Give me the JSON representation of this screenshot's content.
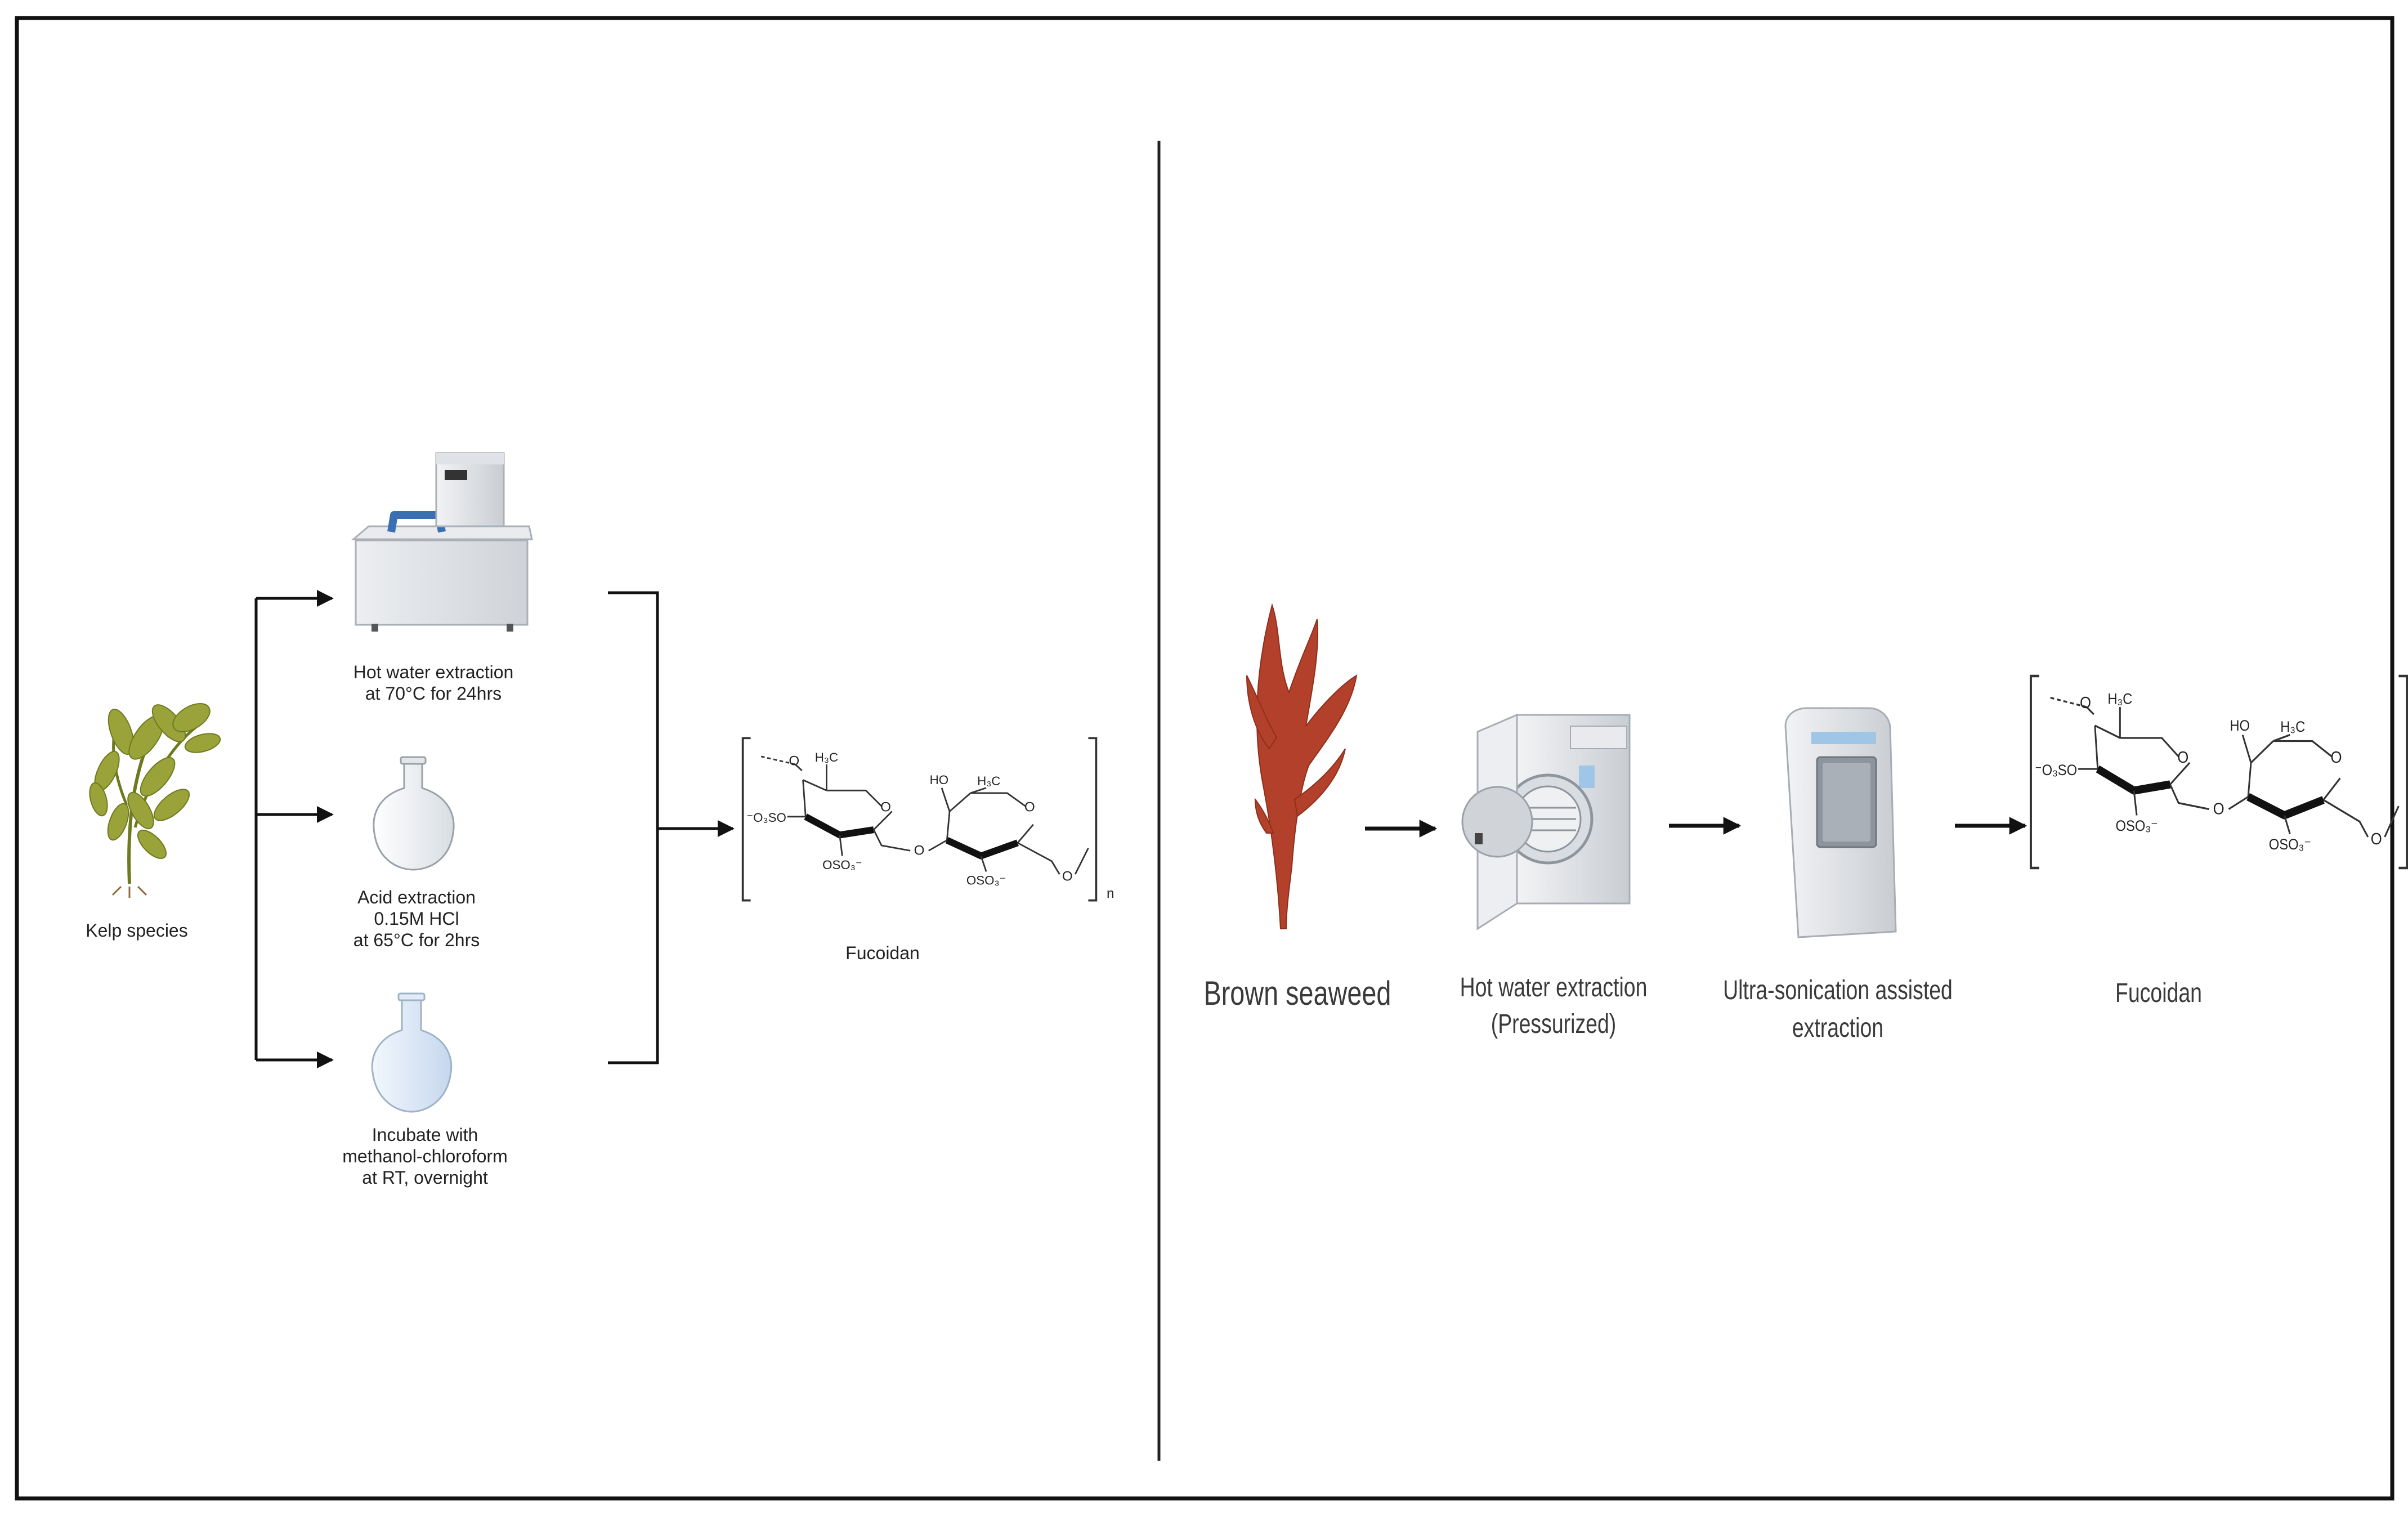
{
  "left_panel": {
    "source_label": "Kelp species",
    "methods": [
      {
        "lines": [
          "Hot water extraction",
          "at 70°C for 24hrs"
        ]
      },
      {
        "lines": [
          "Acid extraction",
          "0.15M HCl",
          "at 65°C for 2hrs"
        ]
      },
      {
        "lines": [
          "Incubate with",
          "methanol-chloroform",
          "at RT, overnight"
        ]
      }
    ],
    "product_label": "Fucoidan"
  },
  "right_panel": {
    "steps": [
      {
        "lines": [
          "Brown seaweed"
        ]
      },
      {
        "lines": [
          "Hot water extraction",
          "(Pressurized)"
        ]
      },
      {
        "lines": [
          "Ultra-sonication assisted",
          "extraction"
        ]
      },
      {
        "lines": [
          "Fucoidan"
        ]
      }
    ]
  },
  "structure_labels": {
    "ring1_methyl": "H₃C",
    "ring2_hydroxyl": "HO",
    "ring2_methyl": "H₃C",
    "ring_oxygen": "O",
    "sulfate_left": "⁻O₃SO",
    "sulfate_ring1": "OSO₃⁻",
    "sulfate_ring2": "OSO₃⁻",
    "glycosidic_o": "O",
    "terminal_o": "O",
    "repeat_index": "n"
  },
  "colors": {
    "frame": "#111111",
    "divider": "#222222",
    "arrow": "#111111",
    "kelp": "#9aa33a",
    "seaweed": "#b3402a",
    "bath_body": "#dfe2e6",
    "bath_handle": "#3b6fb3",
    "flask": "#e6ebef",
    "flask_liquid": "#cfe0f4"
  }
}
